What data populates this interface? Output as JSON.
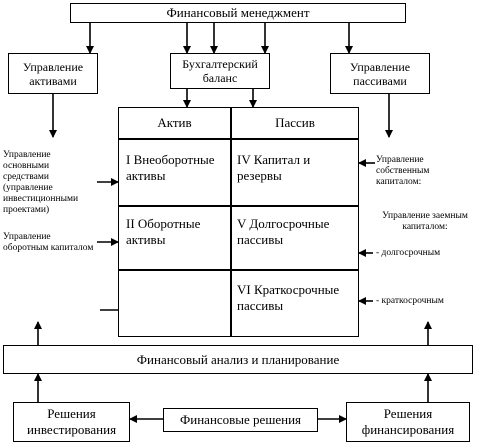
{
  "top": {
    "title": "Финансовый менеджмент"
  },
  "assets_mgmt": {
    "line1": "Управление",
    "line2": "активами"
  },
  "accounting": {
    "line1": "Бухгалтерский",
    "line2": "баланс"
  },
  "liab_mgmt": {
    "line1": "Управление",
    "line2": "пассивами"
  },
  "balance": {
    "asset_header": "Актив",
    "liability_header": "Пассив",
    "rows": [
      {
        "asset": "I Внеоборотные активы",
        "liability": "IV Капитал и резервы"
      },
      {
        "asset": "II Оборотные активы",
        "liability": "V Долгосрочные пассивы"
      },
      {
        "asset": "",
        "liability": "VI Краткосрочные пассивы"
      }
    ]
  },
  "left_notes": {
    "fixed": "Управление основными средствами (управление инвестиционными проектами)",
    "working": "Управление оборотным капиталом"
  },
  "right_notes": {
    "equity": "Управление собственным капиталом:",
    "debt": "Управление заемным капиталом:",
    "long_term": "- долгосрочным",
    "short_term": "- краткосрочным"
  },
  "analysis": {
    "title": "Финансовый анализ и планирование"
  },
  "invest": {
    "line1": "Решения",
    "line2": "инвестирования"
  },
  "fin_decisions": {
    "title": "Финансовые решения"
  },
  "financing": {
    "line1": "Решения",
    "line2": "финансирования"
  }
}
